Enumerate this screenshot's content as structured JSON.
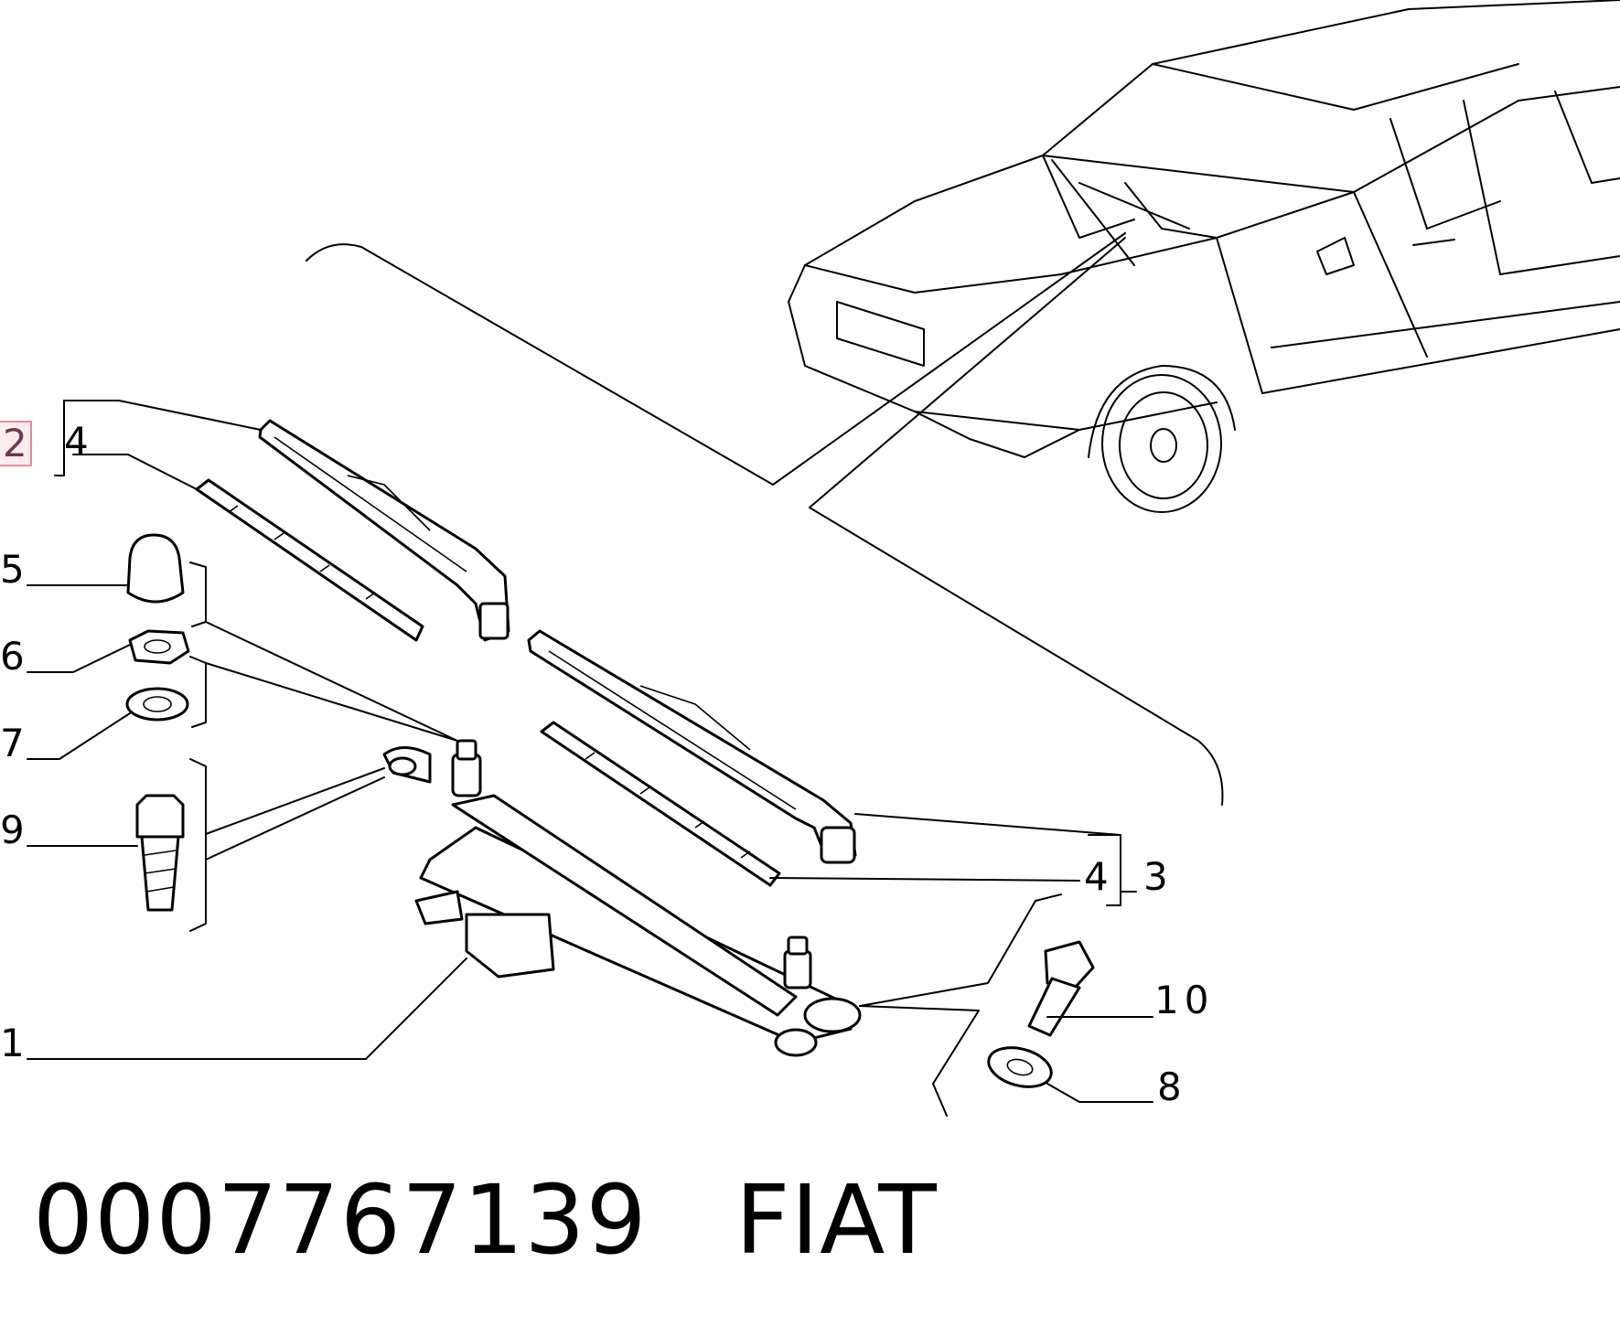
{
  "callouts": {
    "c1": "1",
    "c2": "2",
    "c3": "3",
    "c4a": "4",
    "c4b": "4",
    "c5": "5",
    "c6": "6",
    "c7": "7",
    "c8": "8",
    "c9": "9",
    "c10": "10"
  },
  "caption": {
    "part_number": "0007767139",
    "brand": "FIAT"
  },
  "colors": {
    "line": "#000000",
    "highlight": "#e88a9a"
  }
}
